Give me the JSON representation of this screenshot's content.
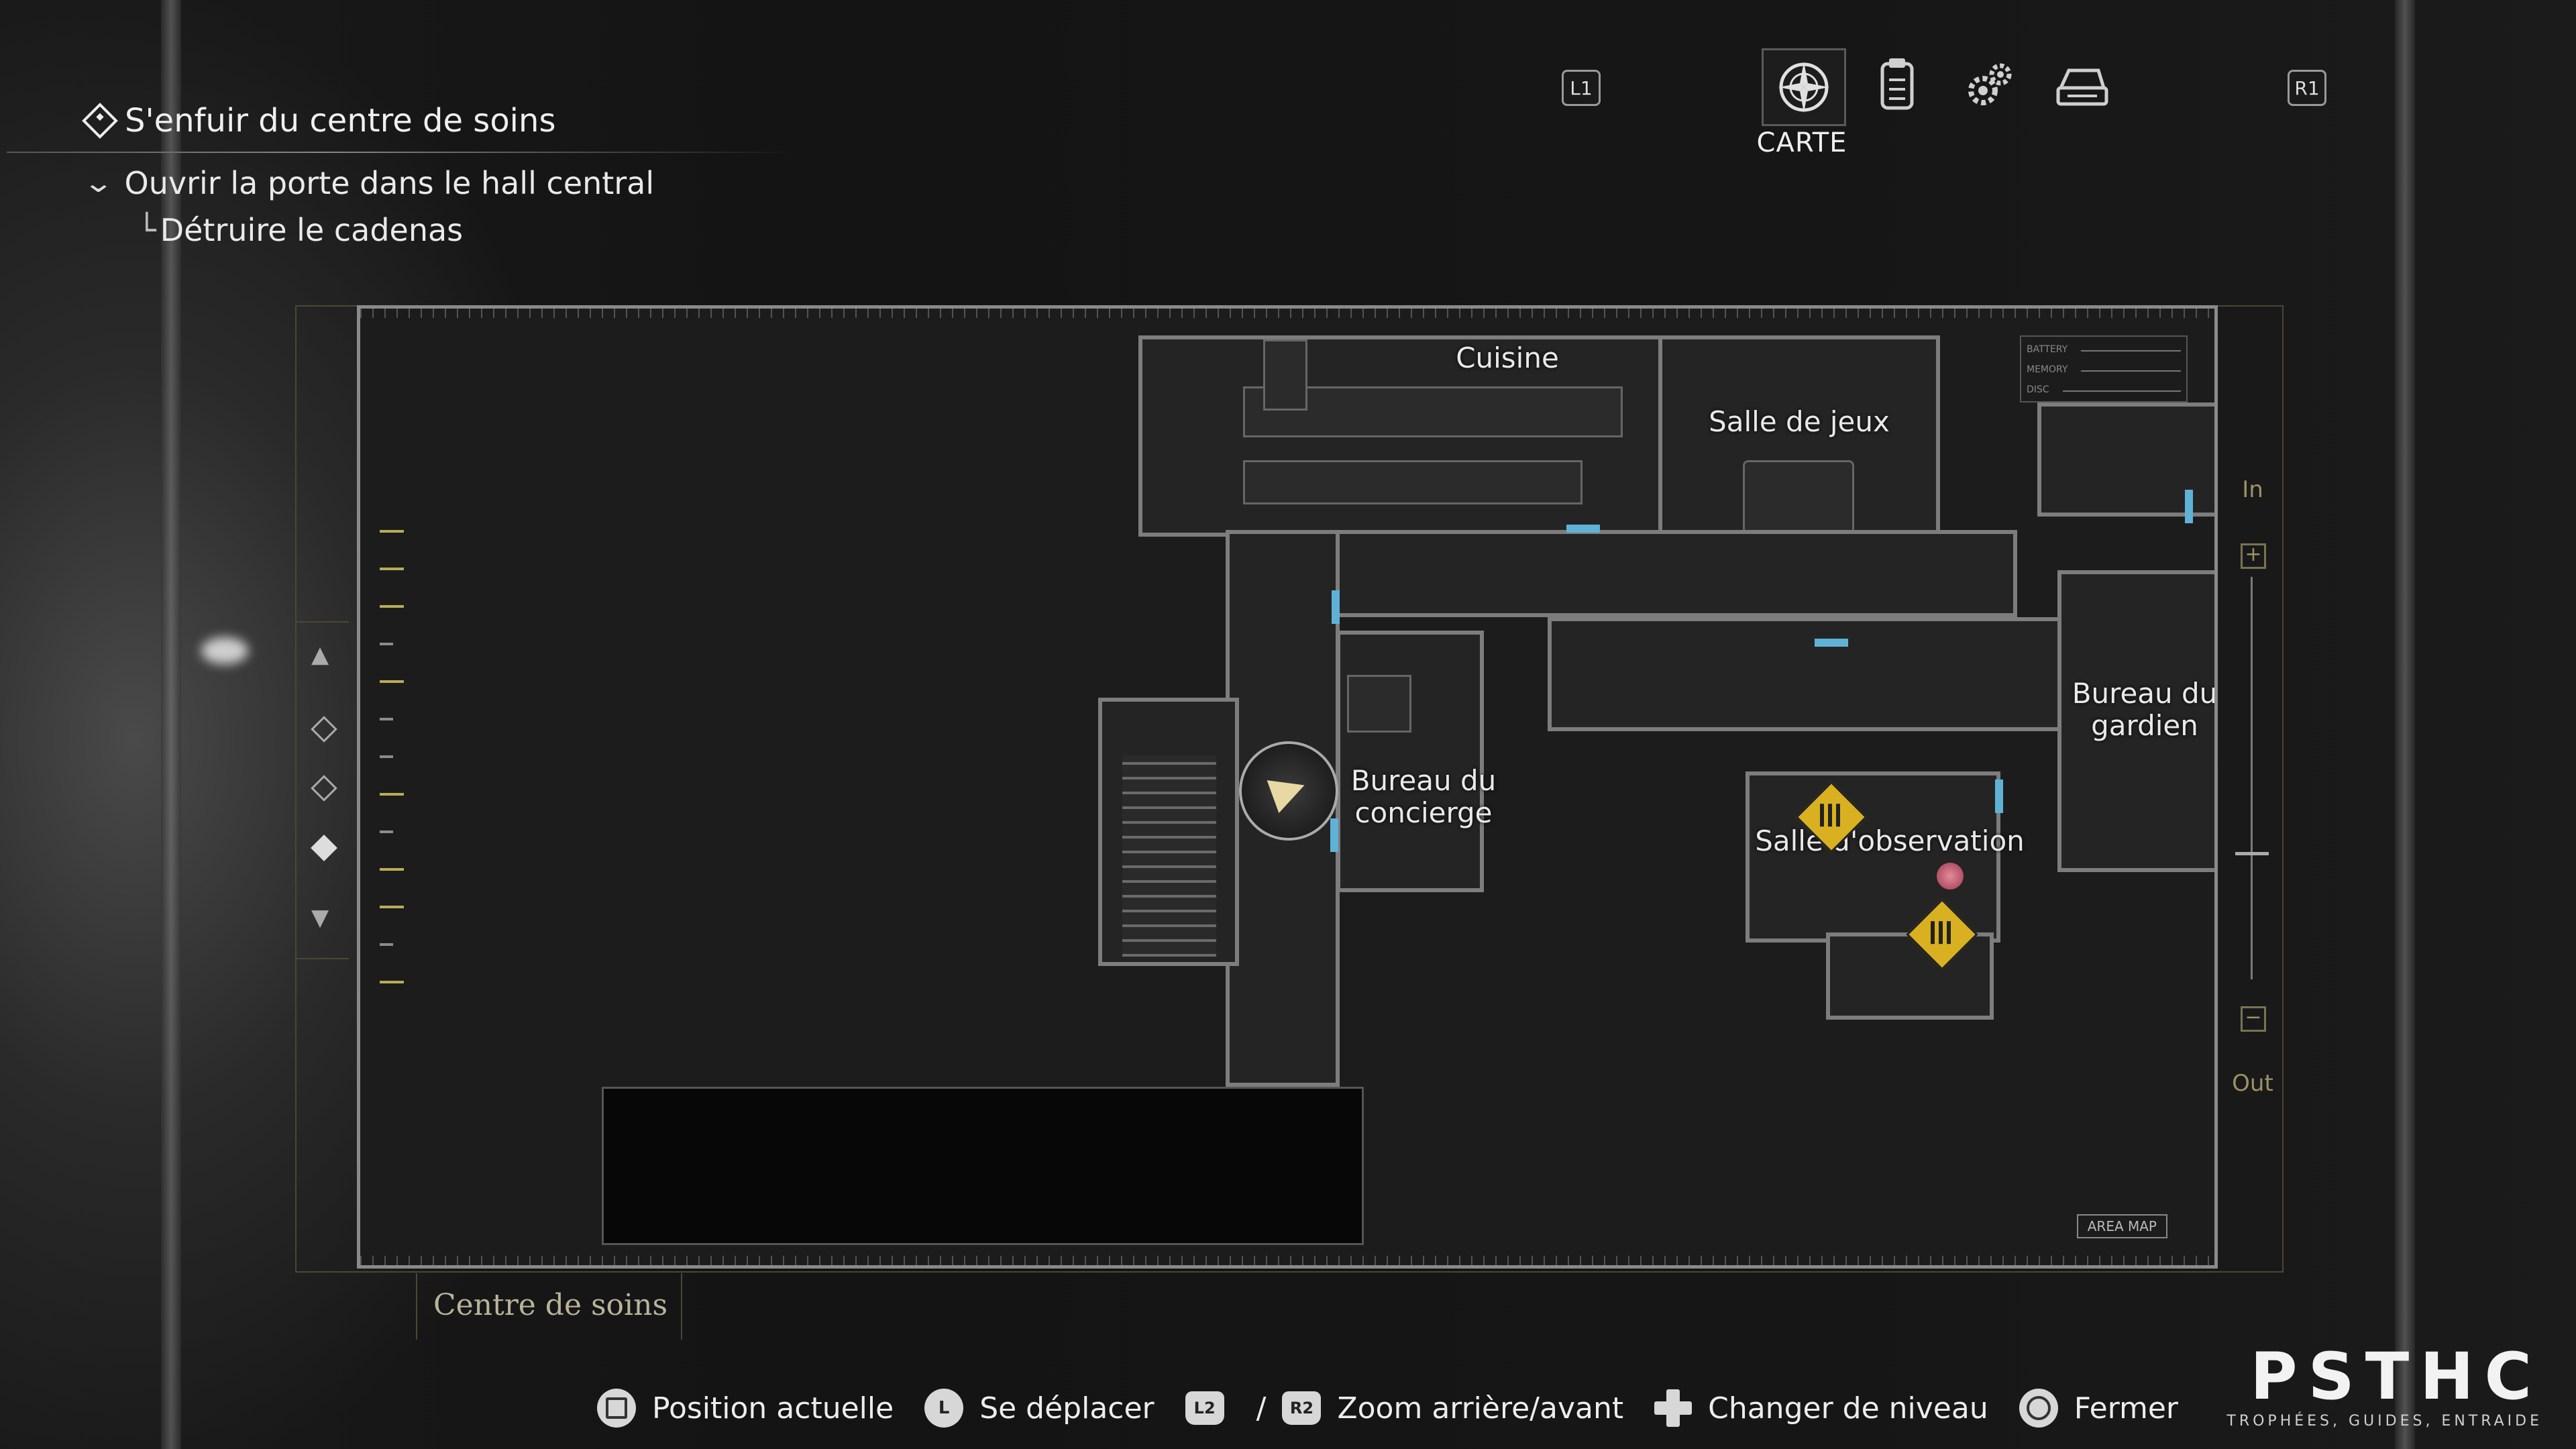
{
  "objectives": {
    "main": "S'enfuir du centre de soins",
    "sub": "Ouvrir la porte dans le hall central",
    "subsub": "Détruire le cadenas"
  },
  "tabs": {
    "left_key": "L1",
    "right_key": "R1",
    "active_label": "CARTE",
    "items": [
      "map-icon",
      "files-icon",
      "inventory-icon",
      "save-icon"
    ]
  },
  "map": {
    "rooms": {
      "kitchen": "Cuisine",
      "game_room": "Salle de jeux",
      "janitor_office": "Bureau du concierge",
      "observation_room": "Salle d'observation",
      "guard_office": "Bureau du gardien"
    },
    "status_box": [
      "BATTERY",
      "MEMORY",
      "DISC"
    ],
    "area_map_tag": "AREA MAP",
    "zoom_in": "In",
    "zoom_out": "Out",
    "location_name": "Centre de soins",
    "colors": {
      "door": "#5fb2d6",
      "hazard": "#d9b020",
      "frame": "#4d4632"
    }
  },
  "controls": {
    "position": "Position actuelle",
    "move": "Se déplacer",
    "l2": "L2",
    "slash": "/",
    "r2": "R2",
    "zoom": "Zoom arrière/avant",
    "change_level": "Changer de niveau",
    "close": "Fermer",
    "l_stick": "L"
  },
  "watermark": {
    "main": "PSTHC",
    "sub": "TROPHÉES, GUIDES, ENTRAIDE"
  }
}
